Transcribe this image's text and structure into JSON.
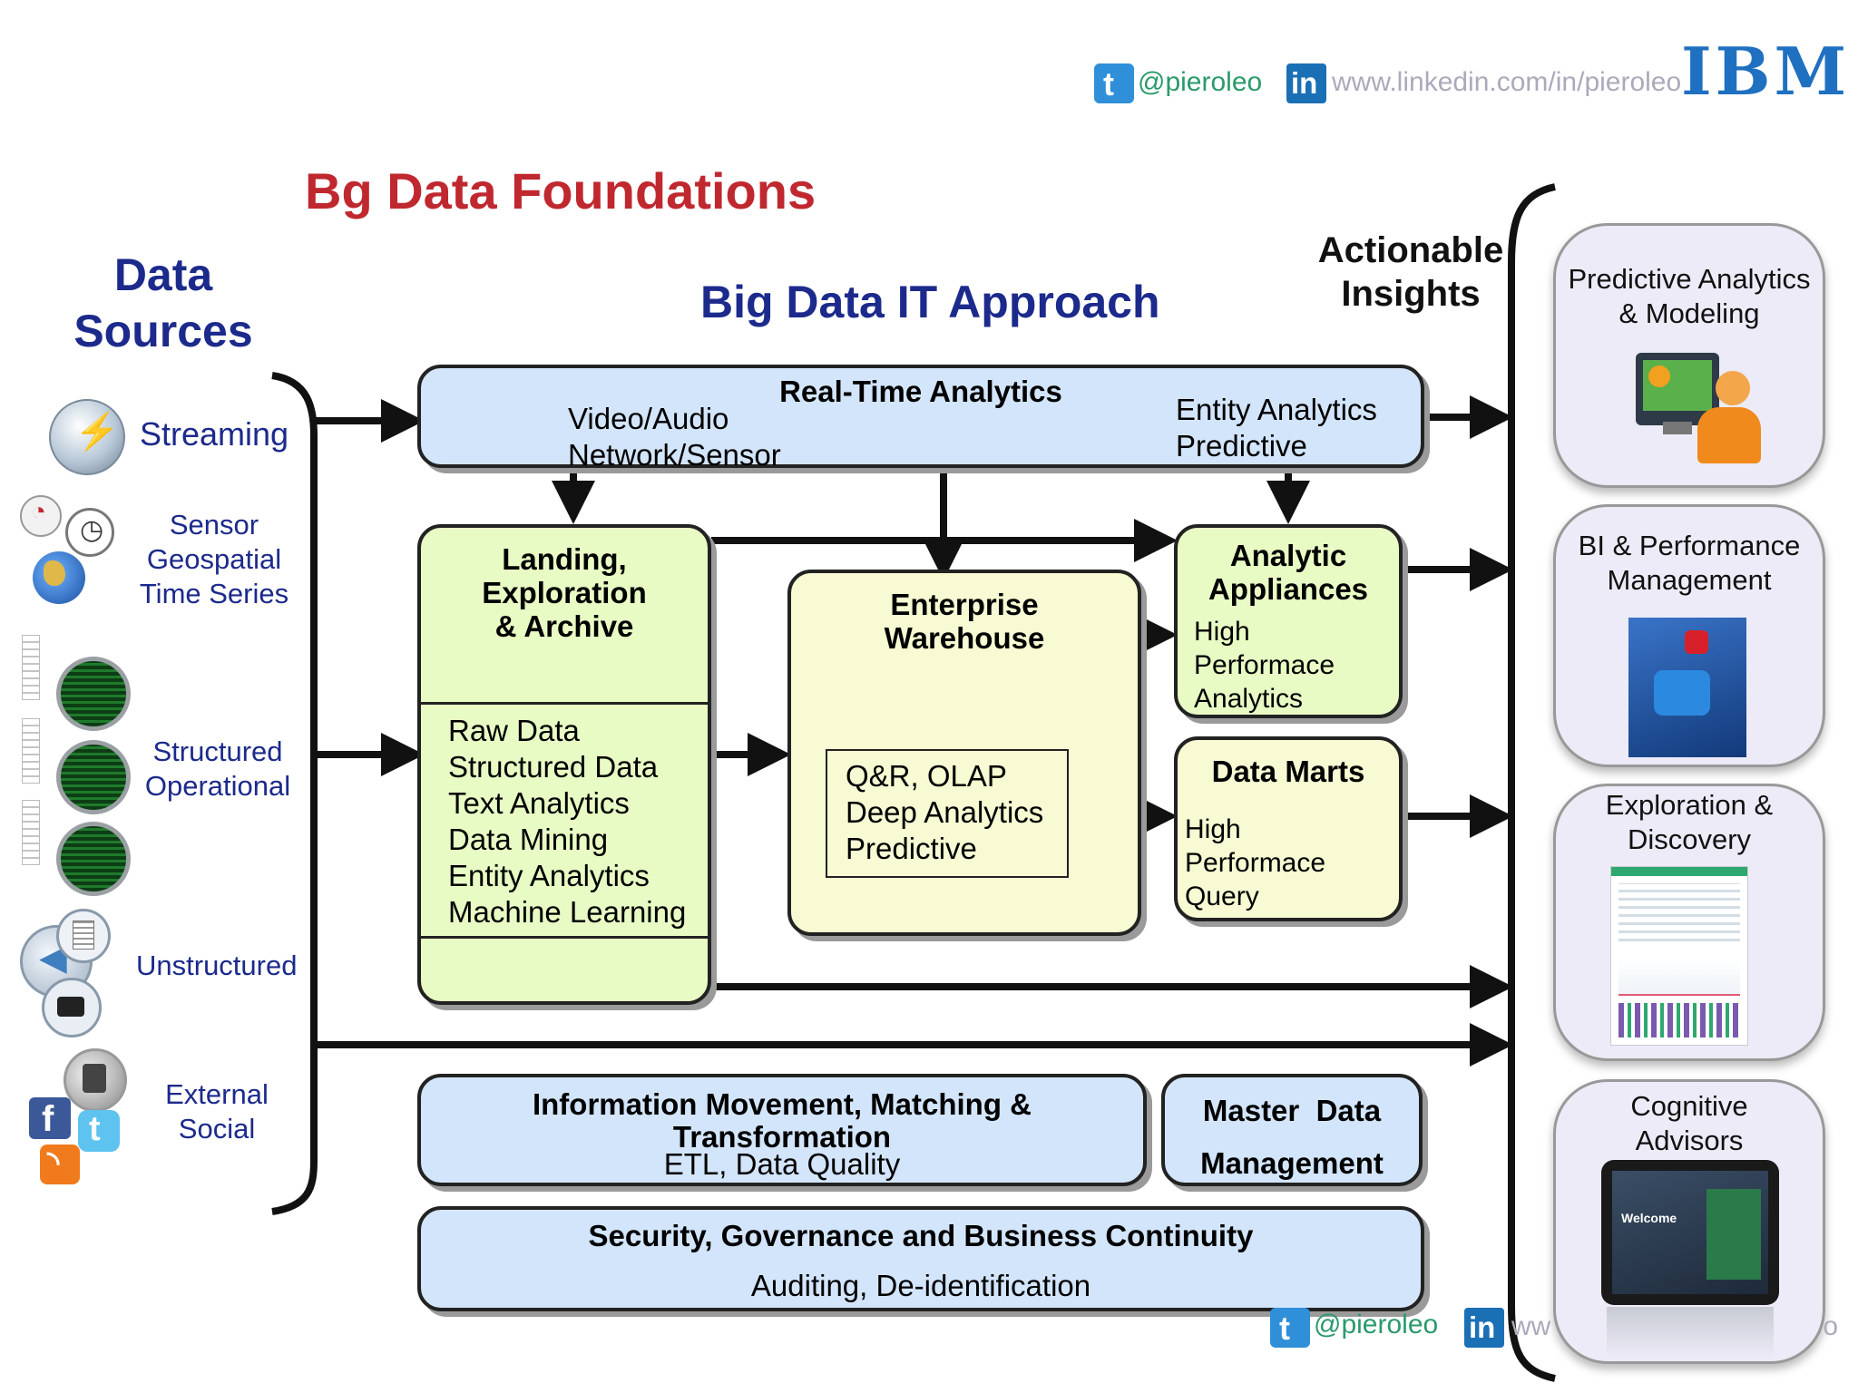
{
  "header": {
    "twitter_handle": "@pieroleo",
    "linkedin_url": "www.linkedin.com/in/pieroleo",
    "logo_text": "IBM"
  },
  "title": "Bg Data Foundations",
  "sources_heading_line1": "Data",
  "sources_heading_line2": "Sources",
  "approach_heading": "Big Data IT Approach",
  "insights_heading_line1": "Actionable",
  "insights_heading_line2": "Insights",
  "sources": {
    "streaming": "Streaming",
    "sensor_l1": "Sensor",
    "sensor_l2": "Geospatial",
    "sensor_l3": "Time Series",
    "structured_l1": "Structured",
    "structured_l2": "Operational",
    "unstructured": "Unstructured",
    "external_l1": "External",
    "external_l2": "Social"
  },
  "realtime": {
    "title": "Real-Time Analytics",
    "left_l1": "Video/Audio",
    "left_l2": "Network/Sensor",
    "right_l1": "Entity Analytics",
    "right_l2": "Predictive"
  },
  "landing": {
    "title_l1": "Landing,",
    "title_l2": "Exploration",
    "title_l3": "& Archive",
    "items": [
      "Raw Data",
      "Structured Data",
      "Text Analytics",
      "Data Mining",
      "Entity Analytics",
      "Machine Learning"
    ]
  },
  "warehouse": {
    "title_l1": "Enterprise",
    "title_l2": "Warehouse",
    "items": [
      "Q&R, OLAP",
      "Deep Analytics",
      "Predictive"
    ]
  },
  "appliances": {
    "title_l1": "Analytic",
    "title_l2": "Appliances",
    "items": [
      "High",
      "Performace",
      "Analytics"
    ]
  },
  "marts": {
    "title": "Data Marts",
    "items": [
      "High",
      "Performace",
      "Query"
    ]
  },
  "info_movement": {
    "title_l1": "Information Movement, Matching &",
    "title_l2": "Transformation",
    "sub": "ETL, Data Quality"
  },
  "mdm": {
    "title_l1": "Master  Data",
    "title_l2": "Management"
  },
  "security": {
    "title": "Security, Governance and Business Continuity",
    "sub": "Auditing, De-identification"
  },
  "insights": {
    "predictive_l1": "Predictive Analytics",
    "predictive_l2": "& Modeling",
    "bi_l1": "BI & Performance",
    "bi_l2": "Management",
    "exploration_l1": "Exploration &",
    "exploration_l2": "Discovery",
    "cognitive_l1": "Cognitive",
    "cognitive_l2": "Advisors",
    "tablet_text": "Welcome"
  },
  "footer": {
    "twitter_handle": "@pieroleo",
    "linkedin_fragment_left": "ww",
    "linkedin_fragment_right": "leo"
  },
  "colors": {
    "title_red": "#c0282f",
    "heading_navy": "#1c2a8c",
    "box_blue": "#d3e5fa",
    "box_green": "#e8fbc4",
    "box_cream": "#f7fad2",
    "twitter_blue": "#2f8fd8",
    "linkedin_blue": "#1b6fb5",
    "ibm_blue": "#1f70c1"
  }
}
